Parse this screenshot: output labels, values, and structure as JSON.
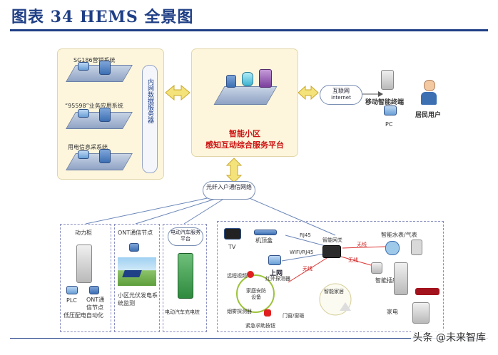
{
  "header": {
    "title": "图表 34    HEMS 全景图"
  },
  "watermark": "头条 @未来智库",
  "left_panel": {
    "systems": [
      "SG186营销系统",
      "“95598”业务应用系统",
      "用电信息采系统"
    ],
    "server_label": "内网数据服务器"
  },
  "platform": {
    "line1": "智能小区",
    "line2": "感知互动综合服务平台"
  },
  "internet": {
    "label1": "互联网",
    "label2": "internet"
  },
  "user_side": {
    "mobile": "移动智能终端",
    "pc": "PC",
    "resident": "居民用户"
  },
  "access_net": {
    "label": "光纤入户通信网络"
  },
  "boxes": {
    "power": {
      "top": "动力柜",
      "plc": "PLC",
      "ont": "ONT通信节点",
      "caption": "低压配电自动化"
    },
    "solar": {
      "top": "ONT通信节点",
      "caption": "小区光伏发电系统监测"
    },
    "ev": {
      "top": "电动汽车服务平台",
      "caption": "电动汽车充电桩"
    }
  },
  "home": {
    "tv": "TV",
    "stb": "机顶盒",
    "rj45_top": "RJ45",
    "wifi": "WIFI/RJ45",
    "gateway": "智能网关",
    "internet_access": "上网",
    "wireless1": "无线",
    "wireless2": "无线",
    "wireless3": "无线",
    "smart_meter": "智能水表/气表",
    "smart_socket": "智能插座",
    "home_security": "家庭安防设备",
    "remote_camera": "远程视频",
    "infrared": "红外探测器",
    "smoke": "烟雾探测器",
    "emergency": "紧急求助按钮",
    "door": "门窗/窗磁",
    "smart_home": "智能家居",
    "appliance": "家电"
  }
}
